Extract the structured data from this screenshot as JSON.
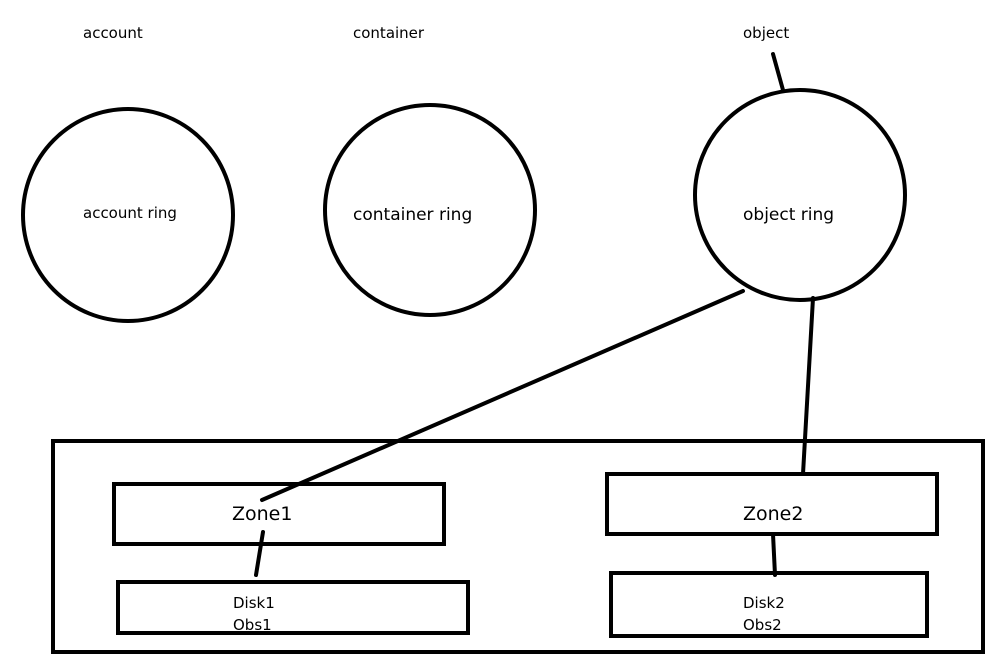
{
  "labels": {
    "account": "account",
    "container": "container",
    "object": "object"
  },
  "rings": {
    "account": "account ring",
    "container": "container ring",
    "object": "object ring"
  },
  "zones": {
    "zone1": "Zone1",
    "zone2": "Zone2"
  },
  "disks": {
    "disk1": {
      "line1": "Disk1",
      "line2": "Obs1"
    },
    "disk2": {
      "line1": "Disk2",
      "line2": "Obs2"
    }
  },
  "colors": {
    "stroke": "#000000",
    "background": "#ffffff"
  }
}
